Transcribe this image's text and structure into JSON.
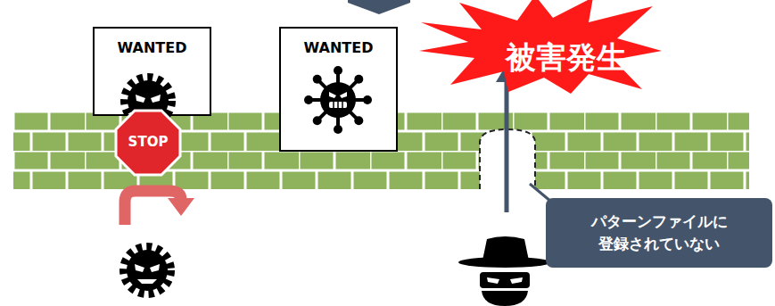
{
  "diagram": {
    "nodes": [
      {
        "text": [
          "WANTED"
        ]
      },
      {
        "text": [
          "STOP"
        ]
      },
      {
        "text": [
          "WANTED"
        ]
      },
      {
        "text": [
          "被害発生"
        ]
      },
      {
        "text": [
          "パターンファイルに 登録されていない"
        ]
      }
    ]
  }
}
